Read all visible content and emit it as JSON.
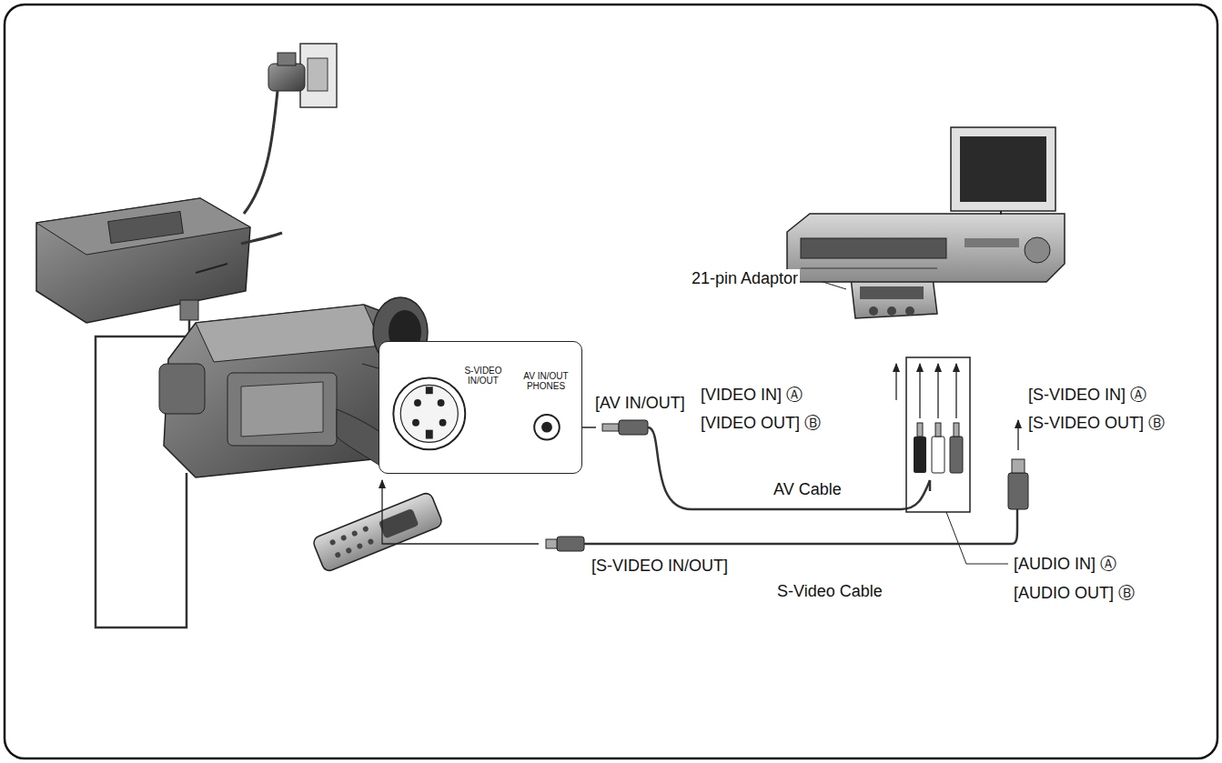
{
  "diagram": {
    "nodes": [
      {
        "text": [
          "S-VIDEO IN/OUT",
          "AV IN/OUT PHONES"
        ]
      }
    ],
    "labels": [
      "21-pin Adaptor",
      "[AV IN/OUT]",
      "[VIDEO IN] Ⓐ",
      "[VIDEO OUT] Ⓑ",
      "AV Cable",
      "[S-VIDEO IN/OUT]",
      "S-Video Cable",
      "[S-VIDEO IN] Ⓐ",
      "[S-VIDEO OUT] Ⓑ",
      "[AUDIO IN] Ⓐ",
      "[AUDIO OUT] Ⓑ"
    ]
  }
}
